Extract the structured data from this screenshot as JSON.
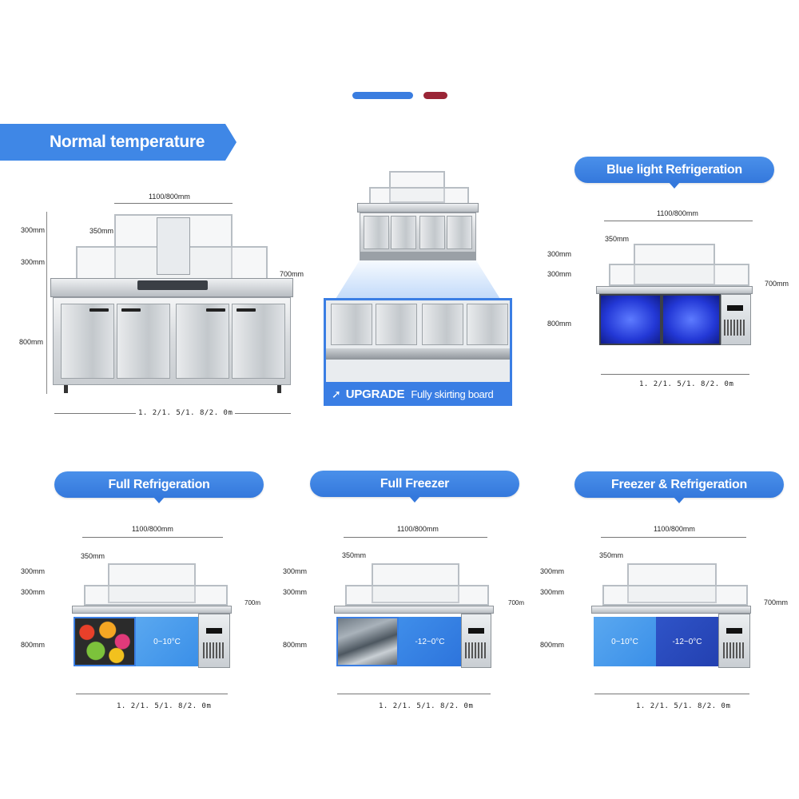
{
  "banner": {
    "title": "Normal temperature"
  },
  "labels": {
    "blue_light": "Blue light Refrigeration",
    "full_refrigeration": "Full Refrigeration",
    "full_freezer": "Full Freezer",
    "freezer_refrigeration": "Freezer & Refrigeration"
  },
  "upgrade": {
    "label": "UPGRADE",
    "sub": "Fully skirting board",
    "arrow_glyph": "➚"
  },
  "dims": {
    "width_top": "1100/800mm",
    "h300": "300mm",
    "d350": "350mm",
    "h800": "800mm",
    "d700": "700mm",
    "d700_short": "700m",
    "length": "1. 2/1. 5/1. 8/2. 0m",
    "length_main": "1. 2/1. 5/1. 8/2. 0m"
  },
  "temps": {
    "refrigeration": "0~10°C",
    "freezer": "-12~0°C"
  },
  "colors": {
    "accent_blue": "#3f87e6",
    "indicator_red": "#9a2536",
    "cold_light": "#3a8fe8",
    "cold_dark": "#2340b0"
  }
}
